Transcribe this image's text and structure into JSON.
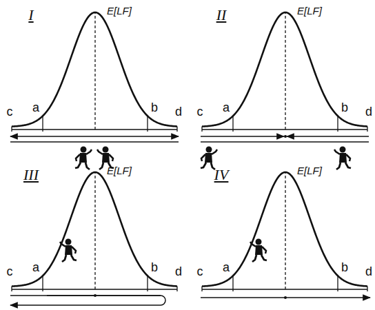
{
  "diagram": {
    "labels": [
      "I",
      "E[LF]",
      "c",
      "a",
      "b",
      "d",
      "II",
      "E[LF]",
      "c",
      "a",
      "b",
      "d",
      "III",
      "E[LF]",
      "c",
      "a",
      "b",
      "d",
      "IV",
      "E[LF]",
      "c",
      "a",
      "b",
      "d"
    ]
  }
}
